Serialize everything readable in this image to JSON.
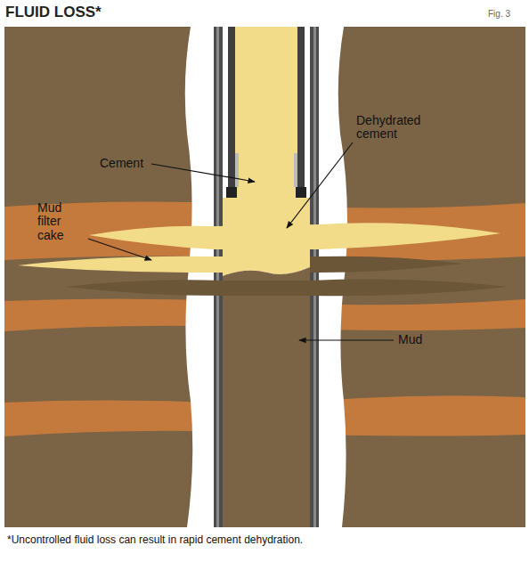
{
  "diagram": {
    "title": "FLUID LOSS*",
    "caption": "*Uncontrolled fluid loss can result in rapid cement dehydration.",
    "labels": [
      "Fig. 3",
      "Cement",
      "Dehydrated cement",
      "Mud filter cake",
      "Mud"
    ]
  }
}
